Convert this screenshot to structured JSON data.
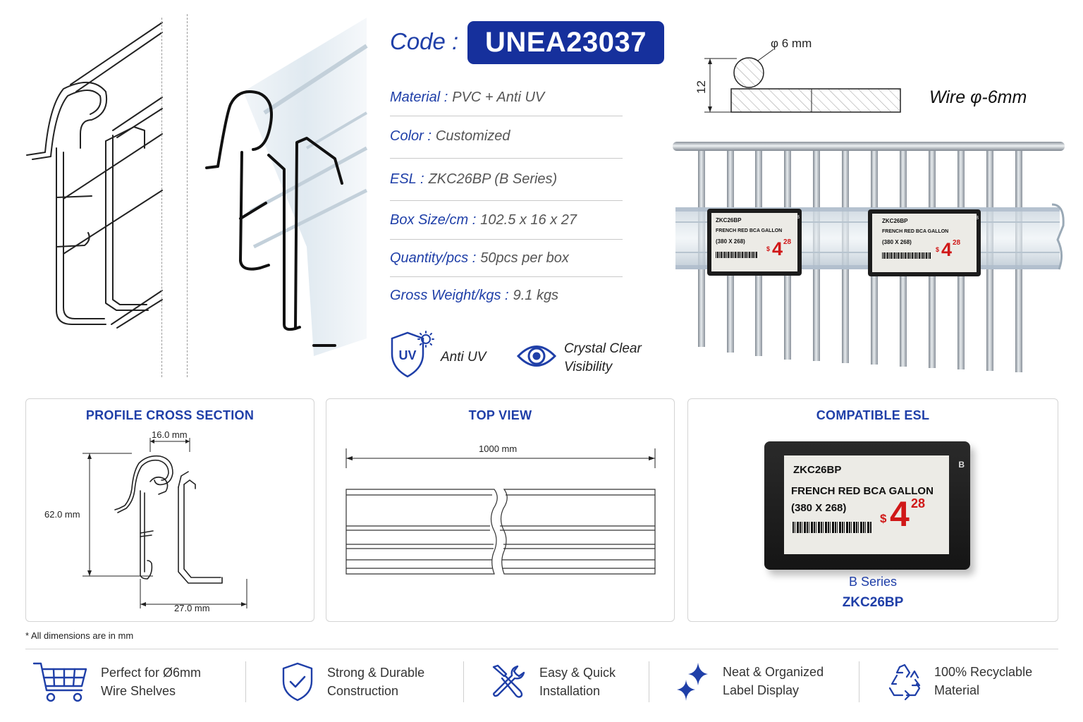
{
  "code": {
    "label": "Code :",
    "value": "UNEA23037"
  },
  "specs": [
    {
      "key": "Material :",
      "value": "PVC + Anti UV"
    },
    {
      "key": "Color :",
      "value": "Customized"
    },
    {
      "key": "ESL :",
      "value": "ZKC26BP (B Series)"
    },
    {
      "key": "Box Size/cm :",
      "value": "102.5 x 16 x 27"
    },
    {
      "key": "Quantity/pcs :",
      "value": "50pcs per box"
    },
    {
      "key": "Gross Weight/kgs :",
      "value": "9.1 kgs"
    }
  ],
  "features": {
    "anti_uv": {
      "icon_text": "UV",
      "label": "Anti UV"
    },
    "clear": {
      "line1": "Crystal Clear",
      "line2": "Visibility"
    }
  },
  "wire": {
    "diameter": "φ 6 mm",
    "height": "12",
    "label": "Wire φ-6mm"
  },
  "shelf_labels": [
    {
      "model": "ZKC26BP",
      "series": "B",
      "product": "FRENCH RED BCA GALLON",
      "size": "(380 X 268)",
      "currency": "$",
      "price_int": "4",
      "price_dec": "28"
    },
    {
      "model": "ZKC26BP",
      "series": "B",
      "product": "FRENCH RED BCA GALLON",
      "size": "(380 X 268)",
      "currency": "$",
      "price_int": "4",
      "price_dec": "28"
    }
  ],
  "panels": {
    "profile": {
      "title": "PROFILE CROSS SECTION",
      "width_top": "16.0 mm",
      "height": "62.0 mm",
      "width_bottom": "27.0 mm"
    },
    "top": {
      "title": "TOP VIEW",
      "length": "1000 mm"
    },
    "esl": {
      "title": "COMPATIBLE ESL",
      "series": "B Series",
      "model": "ZKC26BP",
      "label": {
        "model": "ZKC26BP",
        "series": "B",
        "product": "FRENCH RED BCA GALLON",
        "size": "(380 X 268)",
        "currency": "$",
        "price_int": "4",
        "price_dec": "28"
      }
    }
  },
  "footnote": "* All dimensions are in mm",
  "benefits": [
    {
      "line1": "Perfect for Ø6mm",
      "line2": "Wire Shelves"
    },
    {
      "line1": "Strong & Durable",
      "line2": "Construction"
    },
    {
      "line1": "Easy & Quick",
      "line2": "Installation"
    },
    {
      "line1": "Neat & Organized",
      "line2": "Label Display"
    },
    {
      "line1": "100% Recyclable",
      "line2": "Material"
    }
  ],
  "colors": {
    "brand_blue": "#16309c",
    "price_red": "#d01818"
  }
}
